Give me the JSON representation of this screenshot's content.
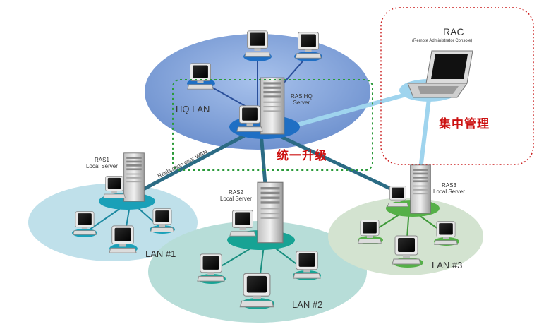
{
  "hq": {
    "lan_label": "HQ LAN",
    "server_label": "RAS HQ\nServer"
  },
  "rac": {
    "title": "RAC",
    "subtitle": "(Remote Administrator Console)",
    "annotation": "集中管理"
  },
  "wan_label": "Replication over WAN",
  "upgrade_annotation": "统一升级",
  "sites": [
    {
      "server_label": "RAS1\nLocal Server",
      "lan_label": "LAN #1"
    },
    {
      "server_label": "RAS2\nLocal Server",
      "lan_label": "LAN #2"
    },
    {
      "server_label": "RAS3\nLocal Server",
      "lan_label": "LAN #3"
    }
  ],
  "colors": {
    "hq_ellipse": "#7e9fd6",
    "hq_hub": "#1f6fc4",
    "lan1_ellipse": "#bfe0ea",
    "lan2_ellipse": "#b7ddd8",
    "lan3_ellipse": "#d3e3d0",
    "wan_link": "#2b6b84",
    "rac_link": "#9fd4ee",
    "annotation_red": "#cc1111",
    "dashed_green": "#2a9a3a",
    "dashed_red": "#cc2222"
  }
}
